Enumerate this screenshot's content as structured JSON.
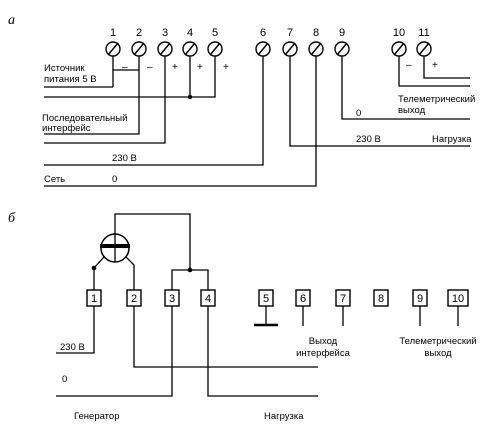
{
  "section_a": {
    "letter": "а",
    "terminals": [
      {
        "num": "1",
        "sign": "–"
      },
      {
        "num": "2",
        "sign": "–"
      },
      {
        "num": "3",
        "sign": "+"
      },
      {
        "num": "4",
        "sign": "+"
      },
      {
        "num": "5",
        "sign": "+"
      },
      {
        "num": "6",
        "sign": ""
      },
      {
        "num": "7",
        "sign": ""
      },
      {
        "num": "8",
        "sign": ""
      },
      {
        "num": "9",
        "sign": ""
      },
      {
        "num": "10",
        "sign": "–"
      },
      {
        "num": "11",
        "sign": "+"
      }
    ],
    "labels": {
      "power_line1": "Источник",
      "power_line2": "питания 5 В",
      "serial_line1": "Последовательный",
      "serial_line2": "интерфейс",
      "v230": "230 В",
      "network": "Сеть",
      "zero_network": "0",
      "zero_load": "0",
      "v230_load": "230 В",
      "load": "Нагрузка",
      "telemetry_line1": "Телеметрический",
      "telemetry_line2": "выход"
    }
  },
  "section_b": {
    "letter": "б",
    "terminals": [
      "1",
      "2",
      "3",
      "4",
      "5",
      "6",
      "7",
      "8",
      "9",
      "10"
    ],
    "labels": {
      "v230": "230 В",
      "zero": "0",
      "generator": "Генератор",
      "load": "Нагрузка",
      "iface_line1": "Выход",
      "iface_line2": "интерфейса",
      "telemetry_line1": "Телеметрический",
      "telemetry_line2": "выход"
    }
  }
}
